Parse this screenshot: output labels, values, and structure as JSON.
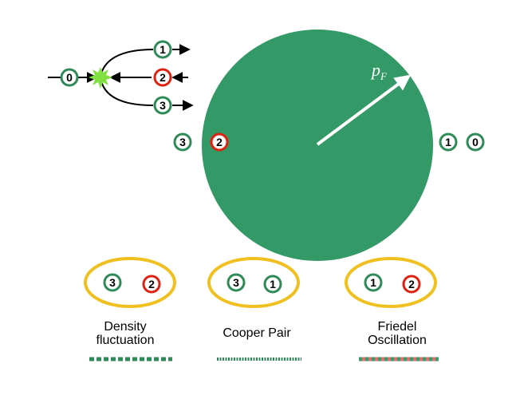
{
  "colors": {
    "fermi_sea": "#339966",
    "green_ring": "#2e8b57",
    "red_ring": "#dd2211",
    "yellow_ellipse": "#f0c020",
    "burst": "#7fe040",
    "arrow": "#000000"
  },
  "fermi_momentum": {
    "symbol": "p",
    "subscript": "F"
  },
  "scattering": {
    "incoming": "0",
    "outgoing": [
      "1",
      "2",
      "3"
    ]
  },
  "sea_particles": {
    "left": [
      "3",
      "2"
    ],
    "right": [
      "1",
      "0"
    ]
  },
  "pairs": [
    {
      "particles": [
        "3",
        "2"
      ],
      "label_lines": [
        "Density",
        "fluctuation"
      ],
      "line_style": "green-dashed"
    },
    {
      "particles": [
        "3",
        "1"
      ],
      "label_lines": [
        "Cooper Pair"
      ],
      "line_style": "green-dotted"
    },
    {
      "particles": [
        "1",
        "2"
      ],
      "label_lines": [
        "Friedel",
        "Oscillation"
      ],
      "line_style": "red-green-dashed"
    }
  ]
}
